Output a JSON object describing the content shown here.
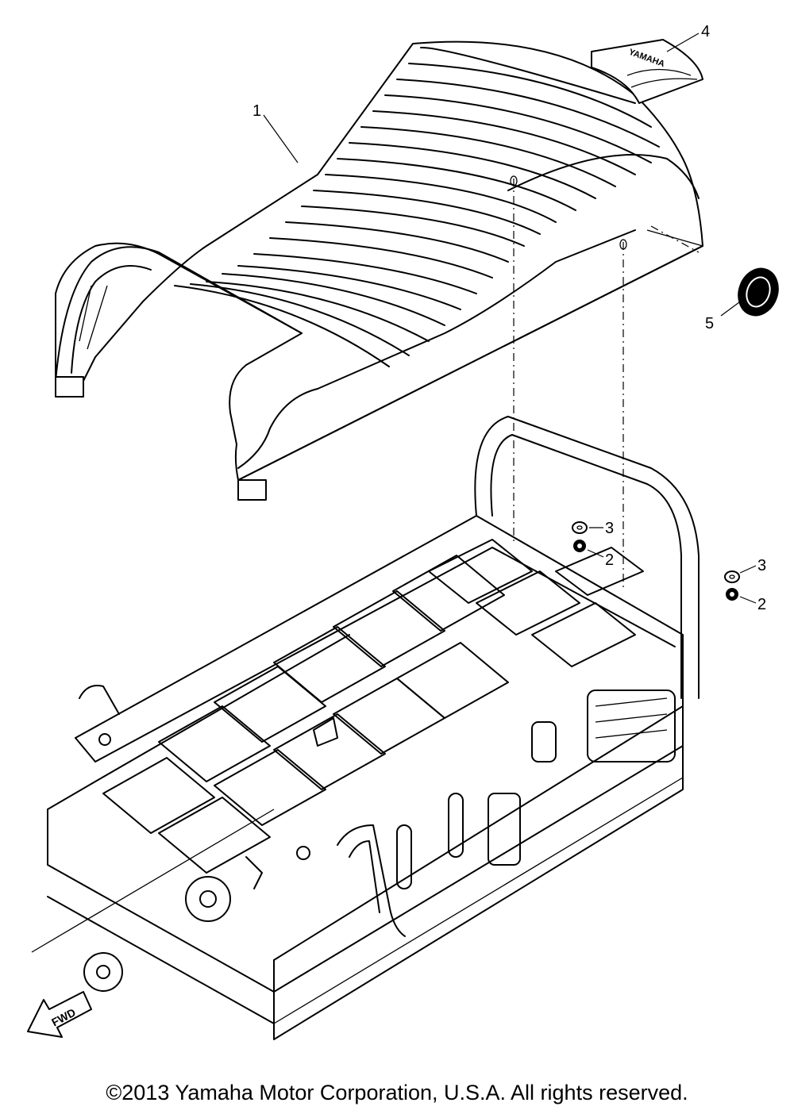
{
  "diagram": {
    "callouts": [
      {
        "id": "c1",
        "label": "1"
      },
      {
        "id": "c2a",
        "label": "2"
      },
      {
        "id": "c2b",
        "label": "2"
      },
      {
        "id": "c3a",
        "label": "3"
      },
      {
        "id": "c3b",
        "label": "3"
      },
      {
        "id": "c4",
        "label": "4"
      },
      {
        "id": "c5",
        "label": "5"
      }
    ],
    "emblem_text": "YAMAHA",
    "fwd_arrow_text": "FWD"
  },
  "footer": {
    "copyright": "©2013 Yamaha Motor Corporation, U.S.A. All rights reserved."
  }
}
